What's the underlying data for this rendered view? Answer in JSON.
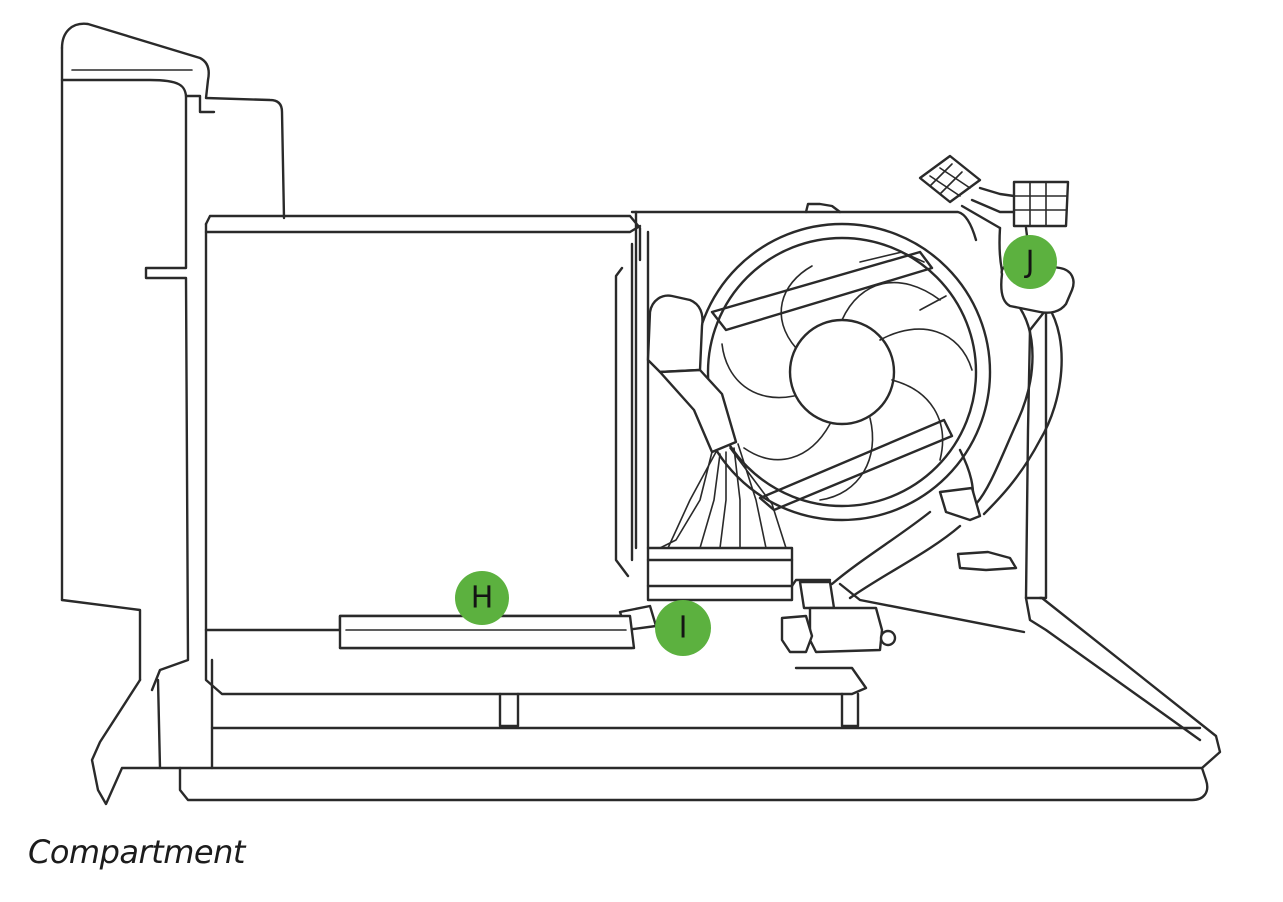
{
  "caption": "Compartment",
  "callouts": [
    {
      "id": "H",
      "label": "H"
    },
    {
      "id": "I",
      "label": "I"
    },
    {
      "id": "J",
      "label": "J"
    }
  ],
  "colors": {
    "callout_fill": "#5cb13f",
    "line": "#2a2a2a",
    "background": "#ffffff"
  }
}
